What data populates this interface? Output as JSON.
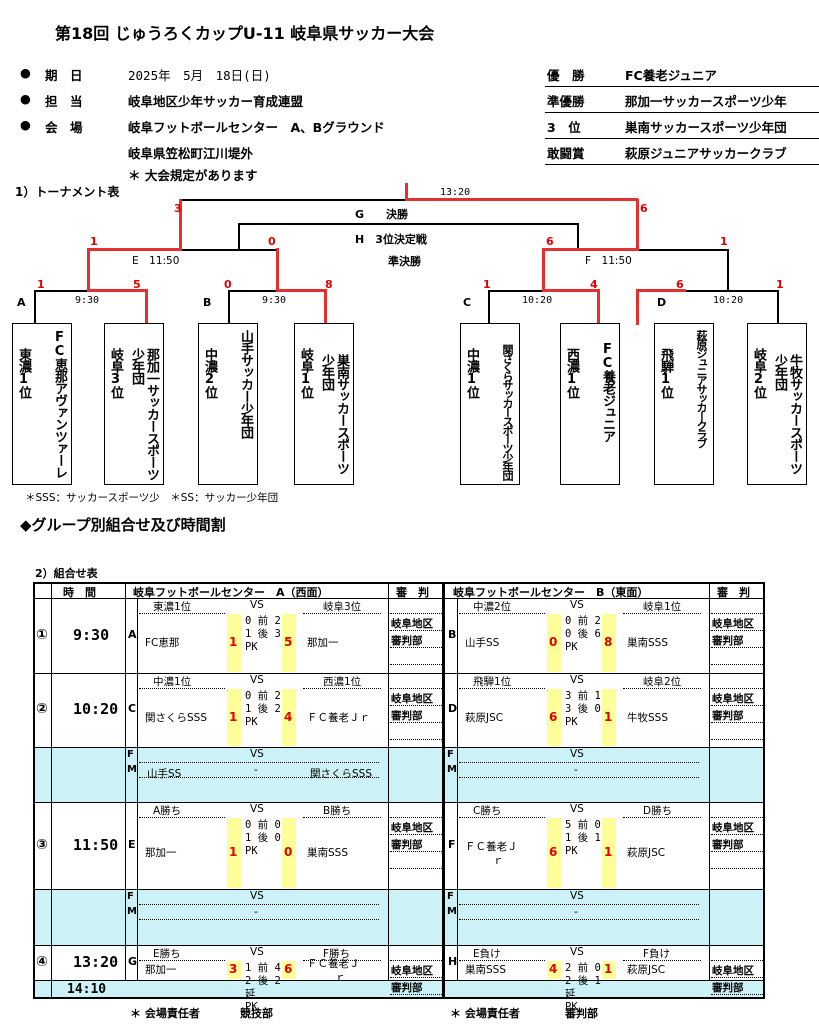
{
  "title": "第18回 じゅうろくカップU-11 岐阜県サッカー大会",
  "info": [
    {
      "bullet": "●",
      "label": "期　日",
      "value": "2025年　5月　18日(日)"
    },
    {
      "bullet": "●",
      "label": "担　当",
      "value": "岐阜地区少年サッカー育成連盟"
    },
    {
      "bullet": "●",
      "label": "会　場",
      "value": "岐阜フットボールセンター　A、Bグラウンド"
    }
  ],
  "venue_address": "岐阜県笠松町江川堤外",
  "rule_note": "＊ 大会規定があります",
  "awards": [
    {
      "label": "優　勝",
      "value": "FC養老ジュニア"
    },
    {
      "label": "準優勝",
      "value": "那加一サッカースポーツ少年"
    },
    {
      "label": "3　位",
      "value": "巣南サッカースポーツ少年団"
    },
    {
      "label": "敢闘賞",
      "value": "萩原ジュニアサッカークラブ"
    }
  ],
  "bracket_heading": "1）トーナメント表",
  "bracket": {
    "final_label": "G　　決勝",
    "final_time": "13:20",
    "third_label": "H　3位決定戦",
    "semi_label": "準決勝",
    "e_label": "E　11:50",
    "f_label": "F　11:50",
    "groups": [
      {
        "name": "A",
        "time": "9:30"
      },
      {
        "name": "B",
        "time": "9:30"
      },
      {
        "name": "C",
        "time": "10:20"
      },
      {
        "name": "D",
        "time": "10:20"
      }
    ],
    "teams": [
      {
        "seed": "東濃1位",
        "name": "FC恵那アヴァンツァーレ",
        "score": "1"
      },
      {
        "seed": "岐阜3位",
        "name": "那加一サッカースポーツ少年団",
        "score": "5"
      },
      {
        "seed": "中濃2位",
        "name": "山手サッカー少年団",
        "score": "0"
      },
      {
        "seed": "岐阜1位",
        "name": "巣南サッカースポーツ少年団",
        "score": "8"
      },
      {
        "seed": "中濃1位",
        "name": "関さくらサッカースポーツ少年団",
        "score": "1"
      },
      {
        "seed": "西濃1位",
        "name": "FC養老ジュニア",
        "score": "4"
      },
      {
        "seed": "飛騨1位",
        "name": "萩原ジュニアサッカークラブ",
        "score": "6"
      },
      {
        "seed": "岐阜2位",
        "name": "牛牧サッカースポーツ少年団",
        "score": "1"
      }
    ],
    "e_scores": [
      "1",
      "0"
    ],
    "f_scores": [
      "6",
      "1"
    ],
    "final_scores": [
      "3",
      "6"
    ],
    "footnote": "＊SSS：サッカースポーツ少　＊SS：サッカー少年団"
  },
  "section_heading": "◆グループ別組合せ及び時間割",
  "table_heading": "2）組合せ表",
  "table": {
    "h_time": "時　間",
    "h_field_a": "岐阜フットボールセンター　A（西面）",
    "h_field_b": "岐阜フットボールセンター　B（東面）",
    "h_ref": "審　判",
    "rows": [
      {
        "no": "①",
        "time": "9:30",
        "a": {
          "g": "A",
          "t1": "東濃1位",
          "t2": "岐阜3位",
          "n1": "FC恵那",
          "n2": "那加一",
          "s1": "1",
          "s2": "5",
          "d": [
            "0 前 2",
            "1 後 3",
            "PK"
          ],
          "ref": [
            "岐阜地区",
            "審判部"
          ]
        },
        "b": {
          "g": "B",
          "t1": "中濃2位",
          "t2": "岐阜1位",
          "n1": "山手SS",
          "n2": "巣南SSS",
          "s1": "0",
          "s2": "8",
          "d": [
            "0 前 2",
            "0 後 6",
            "PK"
          ],
          "ref": [
            "岐阜地区",
            "審判部"
          ]
        }
      },
      {
        "no": "②",
        "time": "10:20",
        "a": {
          "g": "C",
          "t1": "中濃1位",
          "t2": "西濃1位",
          "n1": "関さくらSSS",
          "n2": "ＦＣ養老Ｊｒ",
          "s1": "1",
          "s2": "4",
          "d": [
            "0 前 2",
            "1 後 2",
            "PK"
          ],
          "ref": [
            "岐阜地区",
            "審判部"
          ]
        },
        "b": {
          "g": "D",
          "t1": "飛騨1位",
          "t2": "岐阜2位",
          "n1": "萩原JSC",
          "n2": "牛牧SSS",
          "s1": "6",
          "s2": "1",
          "d": [
            "3 前 1",
            "3 後 0",
            "PK"
          ],
          "ref": [
            "岐阜地区",
            "審判部"
          ]
        }
      },
      {
        "fm": true,
        "n1": "山手SS",
        "n2": "関さくらSSS",
        "dash": "-"
      },
      {
        "no": "③",
        "time": "11:50",
        "a": {
          "g": "E",
          "t1": "A勝ち",
          "t2": "B勝ち",
          "n1": "那加一",
          "n2": "巣南SSS",
          "s1": "1",
          "s2": "0",
          "d": [
            "0 前 0",
            "1 後 0",
            "PK"
          ],
          "ref": [
            "岐阜地区",
            "審判部"
          ]
        },
        "b": {
          "g": "F",
          "t1": "C勝ち",
          "t2": "D勝ち",
          "n1": "ＦＣ養老Ｊ",
          "n1b": "ｒ",
          "n2": "萩原JSC",
          "s1": "6",
          "s2": "1",
          "d": [
            "5 前 0",
            "1 後 1",
            "PK"
          ],
          "ref": [
            "岐阜地区",
            "審判部"
          ]
        }
      },
      {
        "fm": true,
        "n1": "",
        "n2": "",
        "dash": "-"
      },
      {
        "no": "④",
        "time": "13:20",
        "a": {
          "g": "G",
          "t1": "E勝ち",
          "t2": "F勝ち",
          "n1": "那加一",
          "n2": "ＦＣ養老Ｊ",
          "n2b": "ｒ",
          "s1": "3",
          "s2": "6",
          "d": [
            "1 前 4",
            "2 後 2",
            "延",
            "PK"
          ],
          "ref": [
            "岐阜地区",
            "審判部"
          ]
        },
        "b": {
          "g": "H",
          "t1": "E負け",
          "t2": "F負け",
          "n1": "巣南SSS",
          "n2": "萩原JSC",
          "s1": "4",
          "s2": "1",
          "d": [
            "2 前 0",
            "2 後 1",
            "延",
            "PK"
          ],
          "ref": [
            "岐阜地区",
            "審判部"
          ]
        }
      }
    ],
    "end_time": "14:10",
    "vs": "VS",
    "fm_label": [
      "F",
      "M"
    ]
  },
  "footer": [
    {
      "label": "＊ 会場責任者",
      "value": "競技部"
    },
    {
      "label": "＊ 会場責任者",
      "value": "審判部"
    }
  ]
}
